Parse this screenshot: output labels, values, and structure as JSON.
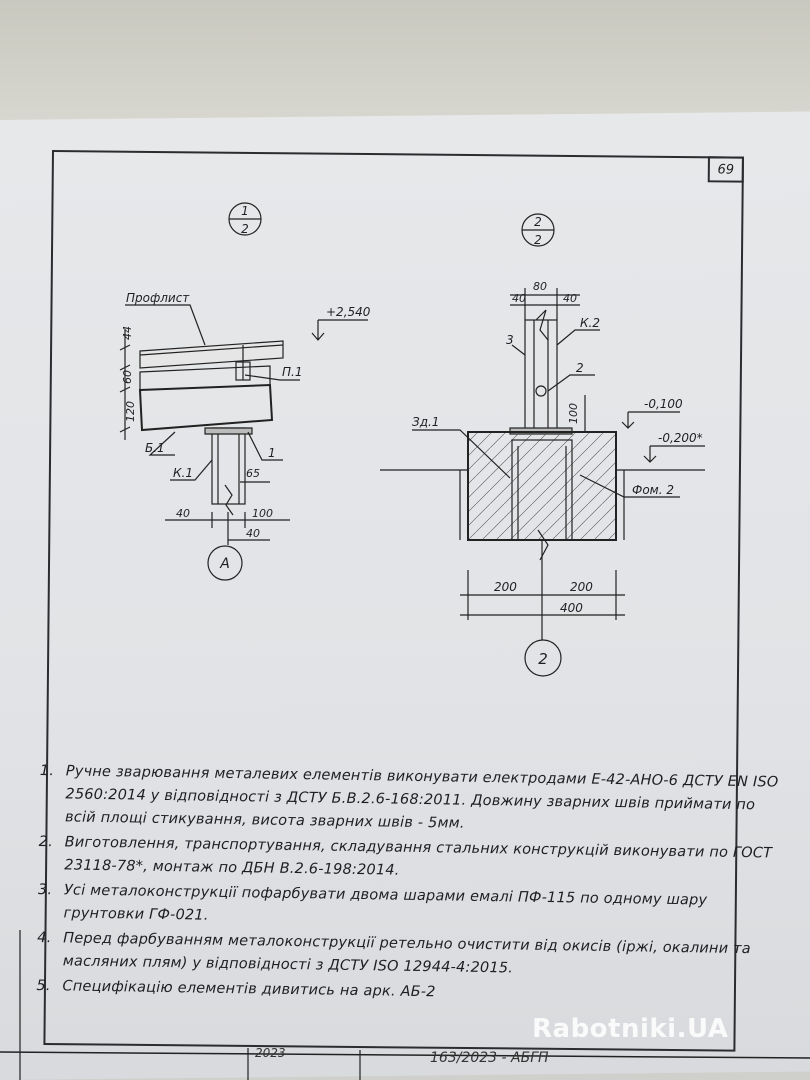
{
  "page_number": "69",
  "detail_1": {
    "marker_top": "1",
    "marker_bottom": "2",
    "label_profile_sheet": "Профлист",
    "elevation": "+2,540",
    "dim_44": "44",
    "dim_60": "60",
    "dim_120": "120",
    "label_p1": "П.1",
    "label_b1": "Б.1",
    "label_k1": "К.1",
    "dim_65": "65",
    "label_1": "1",
    "dim_40_left": "40",
    "dim_100": "100",
    "dim_40_bottom": "40",
    "axis": "А"
  },
  "detail_2": {
    "marker_top": "2",
    "marker_bottom": "2",
    "dim_80": "80",
    "dim_40_l": "40",
    "dim_40_r": "40",
    "label_3": "3",
    "label_k2": "К.2",
    "label_2": "2",
    "dim_100": "100",
    "elev_1": "-0,100",
    "elev_2": "-0,200*",
    "label_zd1": "Зд.1",
    "label_fom2": "Фом. 2",
    "dim_200_l": "200",
    "dim_200_r": "200",
    "dim_400": "400",
    "axis": "2"
  },
  "notes": [
    {
      "num": "1.",
      "text": "Ручне зварювання металевих елементів виконувати електродами Е-42-АНО-6 ДСТУ EN ISO 2560:2014 у відповідності з ДСТУ Б.В.2.6-168:2011. Довжину зварних швів приймати по всій площі стикування, висота зварних швів - 5мм."
    },
    {
      "num": "2.",
      "text": "Виготовлення, транспортування, складування стальних конструкцій виконувати по ГОСТ 23118-78*, монтаж по ДБН В.2.6-198:2014."
    },
    {
      "num": "3.",
      "text": "Усі металоконструкції пофарбувати двома шарами емалі ПФ-115 по одному шару грунтовки ГФ-021."
    },
    {
      "num": "4.",
      "text": "Перед фарбуванням металоконструкції ретельно очистити від окисів (іржі, окалини та масляних плям) у відповідності з ДСТУ ISO 12944-4:2015."
    },
    {
      "num": "5.",
      "text": "Специфікацію елементів дивитись на арк. АБ-2"
    }
  ],
  "title_block": {
    "year": "2023",
    "code": "163/2023 - АБГП"
  },
  "watermark": "Rabotniki.UA"
}
